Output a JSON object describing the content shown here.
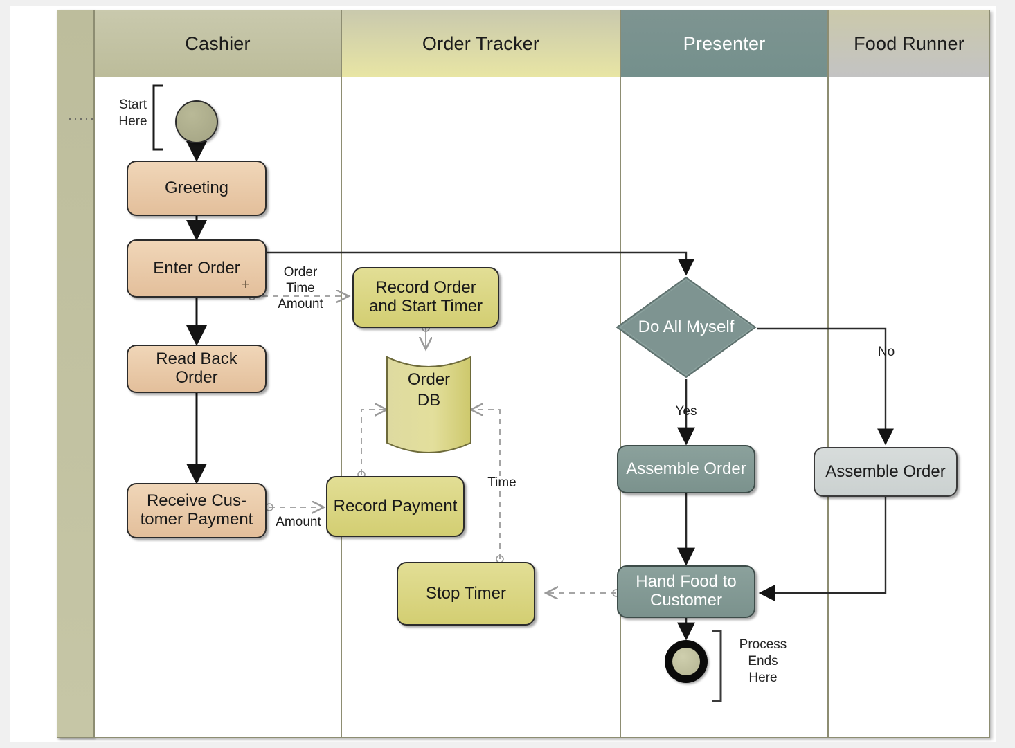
{
  "diagram": {
    "type": "swimlane-activity-diagram",
    "lanes": [
      {
        "id": "cashier",
        "title": "Cashier",
        "header_bg": "#bcbc9a",
        "body_bg": "#ffffff"
      },
      {
        "id": "tracker",
        "title": "Order Tracker",
        "header_bg": "#e8e5a4",
        "body_bg": "#ffffff"
      },
      {
        "id": "presenter",
        "title": "Presenter",
        "header_bg": "#74908c",
        "body_bg": "#ffffff"
      },
      {
        "id": "runner",
        "title": "Food Runner",
        "header_bg": "#c3c3c3",
        "body_bg": "#ffffff"
      }
    ],
    "nodes": {
      "start": {
        "label": "",
        "lane": "cashier",
        "shape": "initial-node"
      },
      "greeting": {
        "label": "Greeting",
        "lane": "cashier",
        "shape": "activity"
      },
      "enter_order": {
        "label": "Enter Order",
        "lane": "cashier",
        "shape": "activity",
        "marker": "+"
      },
      "read_back_order": {
        "label": "Read Back Order",
        "lane": "cashier",
        "shape": "activity"
      },
      "receive_payment": {
        "label": "Receive Cus-\ntomer Payment",
        "lane": "cashier",
        "shape": "activity"
      },
      "record_order": {
        "label": "Record Order\nand Start Timer",
        "lane": "tracker",
        "shape": "activity"
      },
      "order_db": {
        "label": "Order\nDB",
        "lane": "tracker",
        "shape": "datastore"
      },
      "record_payment": {
        "label": "Record Payment",
        "lane": "tracker",
        "shape": "activity"
      },
      "stop_timer": {
        "label": "Stop Timer",
        "lane": "tracker",
        "shape": "activity"
      },
      "do_all_myself": {
        "label": "Do All Myself",
        "lane": "presenter",
        "shape": "decision"
      },
      "assemble_presenter": {
        "label": "Assemble Order",
        "lane": "presenter",
        "shape": "activity"
      },
      "hand_food": {
        "label": "Hand Food to\nCustomer",
        "lane": "presenter",
        "shape": "activity"
      },
      "end": {
        "label": "",
        "lane": "presenter",
        "shape": "final-node"
      },
      "assemble_runner": {
        "label": "Assemble Order",
        "lane": "runner",
        "shape": "activity"
      }
    },
    "edge_labels": {
      "order_time_amount": "Order\nTime\nAmount",
      "amount": "Amount",
      "time": "Time",
      "yes": "Yes",
      "no": "No"
    },
    "annotations": {
      "start_here": "Start\nHere",
      "process_ends_here": "Process\nEnds\nHere"
    }
  },
  "colors": {
    "cashier_activity": "#e3bf9b",
    "tracker_activity": "#d3ce72",
    "presenter_activity": "#7b928d",
    "runner_activity": "#cbd1d0",
    "lane_border": "#8d8d72",
    "connector": "#1f1f1f",
    "dashed_connector": "#9a9a9a"
  }
}
